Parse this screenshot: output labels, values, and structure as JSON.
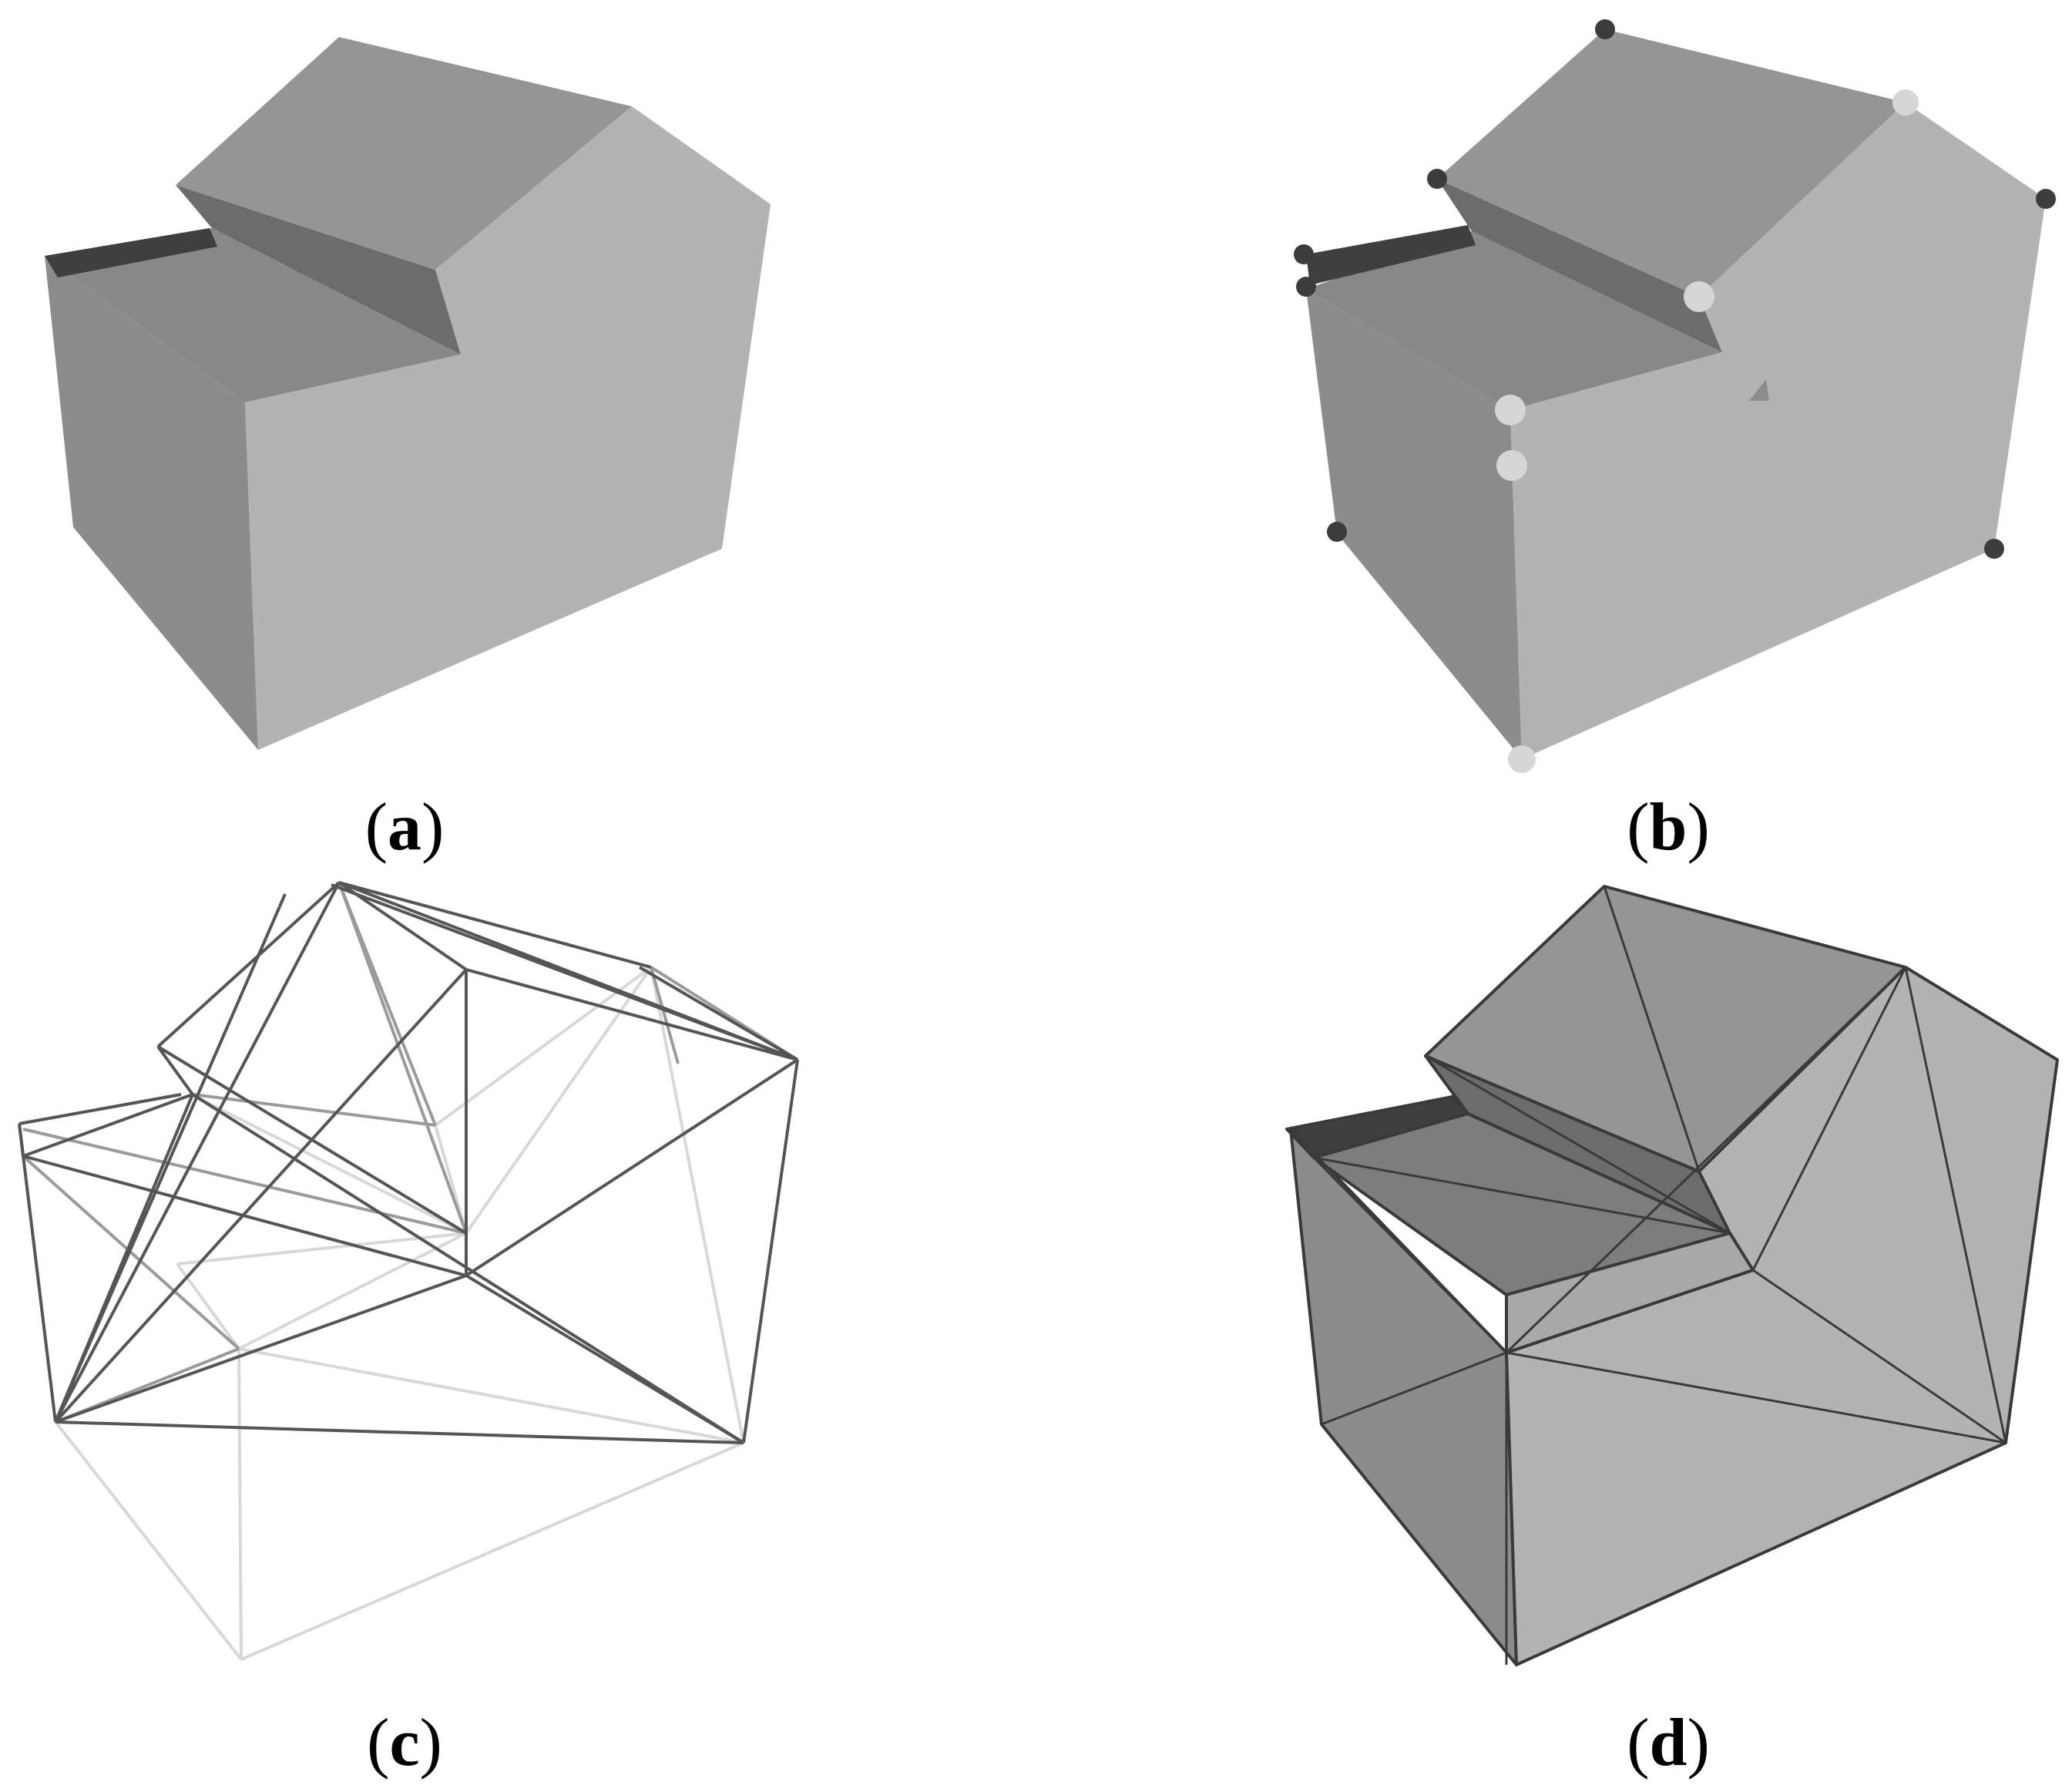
{
  "panels": [
    {
      "id": "a",
      "letter": "a"
    },
    {
      "id": "b",
      "letter": "b"
    },
    {
      "id": "c",
      "letter": "c"
    },
    {
      "id": "d",
      "letter": "d"
    }
  ],
  "colors": {
    "background": "#ffffff",
    "top_face": "#959595",
    "right_face": "#b3b3b3",
    "left_face": "#8c8c8c",
    "step_face": "#6c6c6c",
    "dark_edge": "#3a3a3a",
    "vertex_dark": "#3c3c3c",
    "vertex_light": "#d6d6d6"
  }
}
